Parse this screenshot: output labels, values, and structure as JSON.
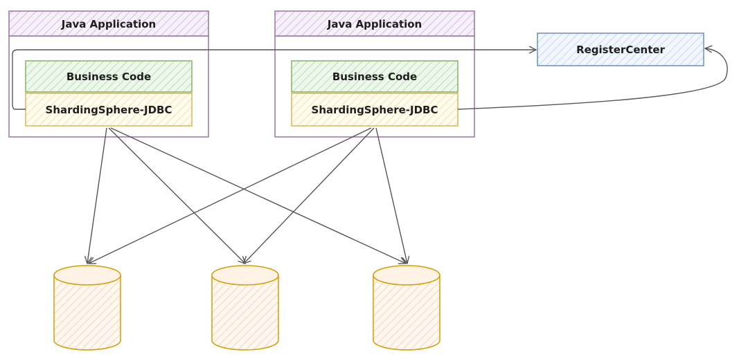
{
  "diagram": {
    "apps": [
      {
        "title": "Java Application",
        "business": "Business Code",
        "jdbc": "ShardingSphere-JDBC"
      },
      {
        "title": "Java Application",
        "business": "Business Code",
        "jdbc": "ShardingSphere-JDBC"
      }
    ],
    "register_center": "RegisterCenter",
    "databases": [
      {
        "name": ""
      },
      {
        "name": ""
      },
      {
        "name": ""
      }
    ],
    "colors": {
      "app_border": "#9673a6",
      "app_fill": "#e1d5e7",
      "business_border": "#82b366",
      "business_fill": "#d5e8d4",
      "jdbc_border": "#d6b656",
      "jdbc_fill": "#fff2cc",
      "register_border": "#6c8ebf",
      "register_fill": "#dae8fc",
      "db_border": "#d79b00",
      "db_fill": "#ffe6cc",
      "arrow": "#555555"
    }
  }
}
